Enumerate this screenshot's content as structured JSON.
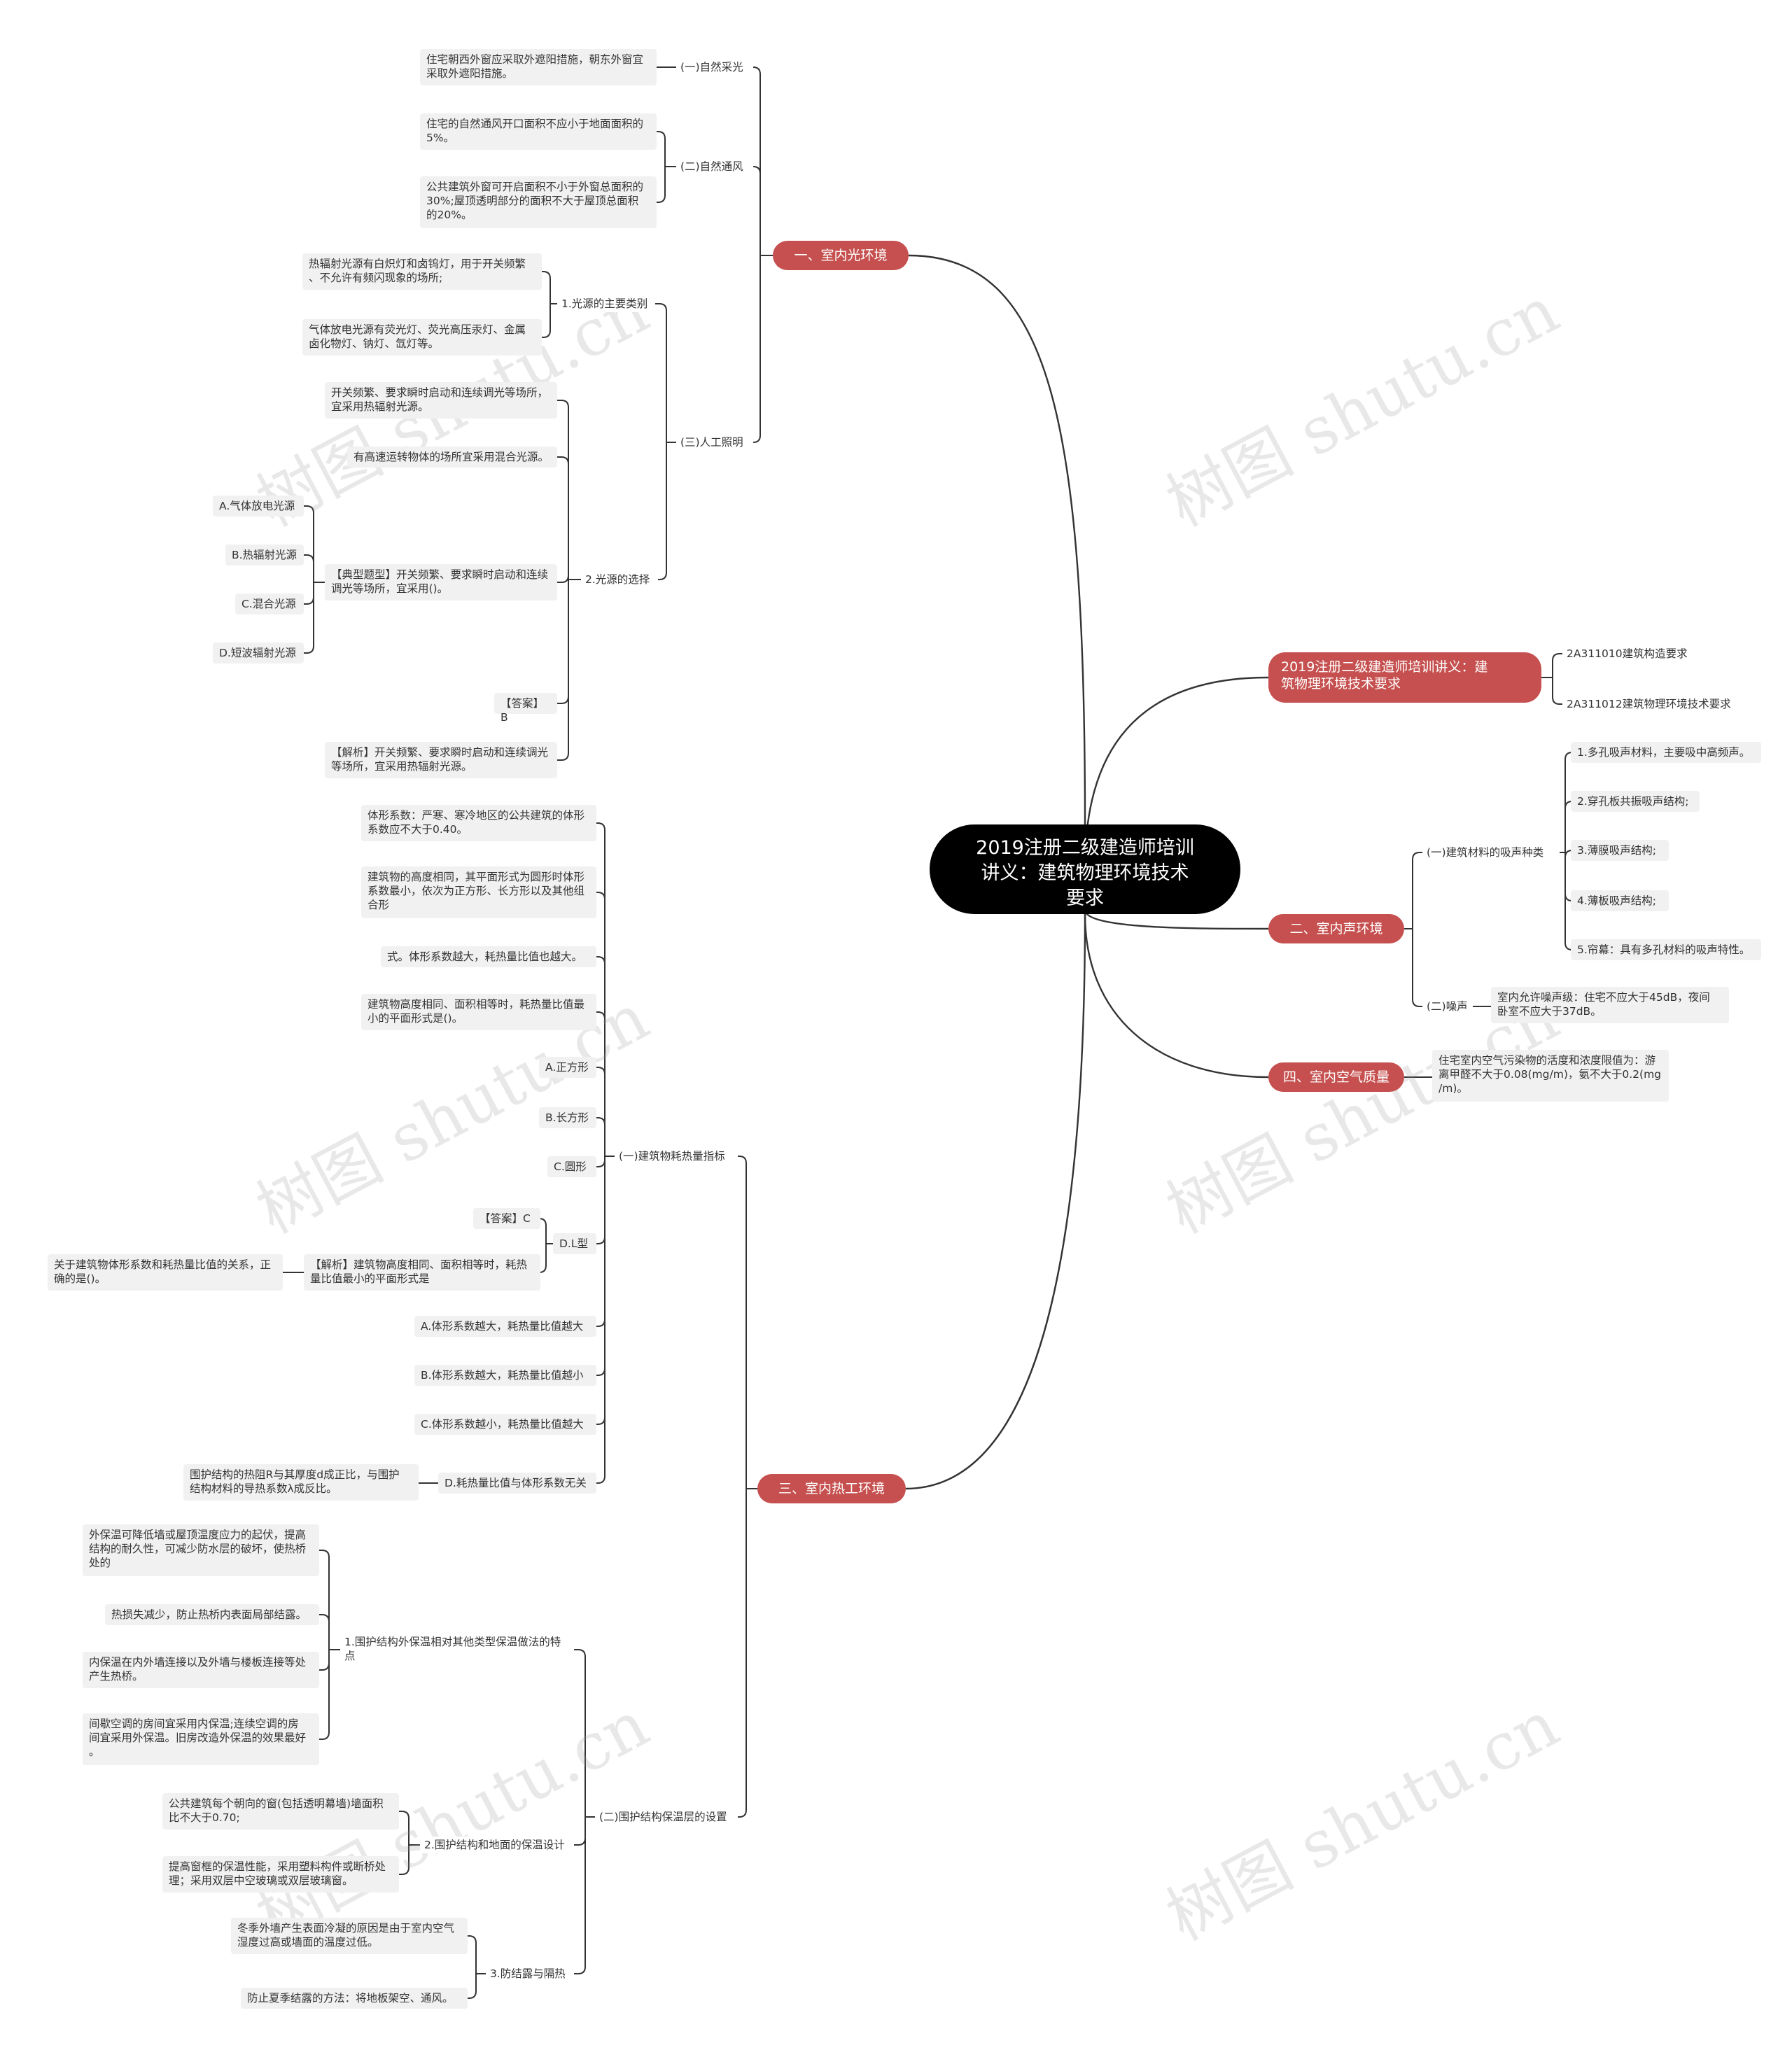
{
  "root": "2019注册二级建造师培训\n讲义：建筑物理环境技术\n要求",
  "main_branches": {
    "top_note": "2019注册二级建造师培训讲义：建\n筑物理环境技术要求",
    "light": "一、室内光环境",
    "sound": "二、室内声环境",
    "heat": "三、室内热工环境",
    "air": "四、室内空气质量"
  },
  "top_note_items": [
    "2A311010建筑构造要求",
    "2A311012建筑物理环境技术要求"
  ],
  "light": {
    "natural_light": "(一)自然采光",
    "natural_light_detail": "住宅朝西外窗应采取外遮阳措施，朝东外窗宜\n采取外遮阳措施。",
    "ventilation": "(二)自然通风",
    "ventilation_detail_1": "住宅的自然通风开口面积不应小于地面面积的\n5%。",
    "ventilation_detail_2": "公共建筑外窗可开启面积不小于外窗总面积的\n30%;屋顶透明部分的面积不大于屋顶总面积\n的20%。",
    "artificial": "(三)人工照明",
    "source_types": "1.光源的主要类别",
    "source_type_1": "热辐射光源有白炽灯和卤钨灯，用于开关频繁\n、不允许有频闪现象的场所;",
    "source_type_2": "气体放电光源有荧光灯、荧光高压汞灯、金属\n卤化物灯、钠灯、氙灯等。",
    "source_choice": "2.光源的选择",
    "choice_1": "开关频繁、要求瞬时启动和连续调光等场所，\n宜采用热辐射光源。",
    "choice_2": "有高速运转物体的场所宜采用混合光源。",
    "question": "【典型题型】开关频繁、要求瞬时启动和连续\n调光等场所，宜采用()。",
    "options": [
      "A.气体放电光源",
      "B.热辐射光源",
      "C.混合光源",
      "D.短波辐射光源"
    ],
    "answer": "【答案】B",
    "analysis": "【解析】开关频繁、要求瞬时启动和连续调光\n等场所，宜采用热辐射光源。"
  },
  "sound": {
    "materials": "(一)建筑材料的吸声种类",
    "material_items": [
      "1.多孔吸声材料，主要吸中高频声。",
      "2.穿孔板共振吸声结构;",
      "3.薄膜吸声结构;",
      "4.薄板吸声结构;",
      "5.帘幕：具有多孔材料的吸声特性。"
    ],
    "noise": "(二)噪声",
    "noise_detail": "室内允许噪声级：住宅不应大于45dB，夜间\n卧室不应大于37dB。"
  },
  "air": {
    "detail": "住宅室内空气污染物的活度和浓度限值为：游\n离甲醛不大于0.08(mg/m)，氨不大于0.2(mg\n/m)。"
  },
  "heat": {
    "index": "(一)建筑物耗热量指标",
    "index_1": "体形系数：严寒、寒冷地区的公共建筑的体形\n系数应不大于0.40。",
    "index_2": "建筑物的高度相同，其平面形式为圆形时体形\n系数最小，依次为正方形、长方形以及其他组\n合形",
    "index_3": "式。体形系数越大，耗热量比值也越大。",
    "index_q": "建筑物高度相同、面积相等时，耗热量比值最\n小的平面形式是()。",
    "opt_a": "A.正方形",
    "opt_b": "B.长方形",
    "opt_c": "C.圆形",
    "opt_d": "D.L型",
    "answer": "【答案】C",
    "analysis": "【解析】建筑物高度相同、面积相等时，耗热\n量比值最小的平面形式是",
    "q2": "关于建筑物体形系数和耗热量比值的关系，正\n确的是()。",
    "q2_a": "A.体形系数越大，耗热量比值越大",
    "q2_b": "B.体形系数越大，耗热量比值越小",
    "q2_c": "C.体形系数越小，耗热量比值越大",
    "q2_d": "D.耗热量比值与体形系数无关",
    "q2_note": "围护结构的热阻R与其厚度d成正比，与围护\n结构材料的导热系数λ成反比。",
    "insulation": "(二)围护结构保温层的设置",
    "ext_features": "1.围护结构外保温相对其他类型保温做法的特\n点",
    "ext_1": "外保温可降低墙或屋顶温度应力的起伏，提高\n结构的耐久性，可减少防水层的破坏，使热桥\n处的",
    "ext_2": "热损失减少，防止热桥内表面局部结露。",
    "ext_3": "内保温在内外墙连接以及外墙与楼板连接等处\n产生热桥。",
    "ext_4": "间歇空调的房间宜采用内保温;连续空调的房\n间宜采用外保温。旧房改造外保温的效果最好\n。",
    "design": "2.围护结构和地面的保温设计",
    "design_1": "公共建筑每个朝向的窗(包括透明幕墙)墙面积\n比不大于0.70;",
    "design_2": "提高窗框的保温性能，采用塑料构件或断桥处\n理；采用双层中空玻璃或双层玻璃窗。",
    "condense": "3.防结露与隔热",
    "condense_1": "冬季外墙产生表面冷凝的原因是由于室内空气\n湿度过高或墙面的温度过低。",
    "condense_2": "防止夏季结露的方法：将地板架空、通风。"
  },
  "watermark": "树图 shutu.cn",
  "colors": {
    "branch": "#c5504f",
    "root": "#000000",
    "leaf": "#f1f1f1",
    "line": "#333333"
  }
}
